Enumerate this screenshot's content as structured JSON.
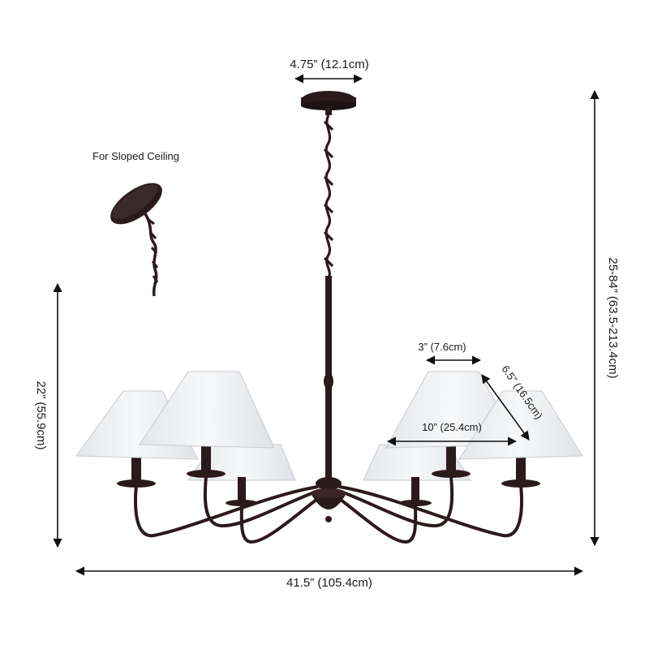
{
  "labels": {
    "sloped_ceiling": "For Sloped Ceiling",
    "canopy_width": "4.75”  (12.1cm)",
    "overall_height": "25-84”  (63.5-213.4cm)",
    "body_height": "22”  (55.9cm)",
    "overall_width": "41.5”  (105.4cm)",
    "shade_top": "3”  (7.6cm)",
    "shade_slant": "6.5”  (16.5cm)",
    "shade_bottom": "10”  (25.4cm)"
  },
  "colors": {
    "metal": "#2b1a1c",
    "shade": "#eef0f2",
    "shade_edge": "#c9ccd0",
    "line": "#111111"
  }
}
